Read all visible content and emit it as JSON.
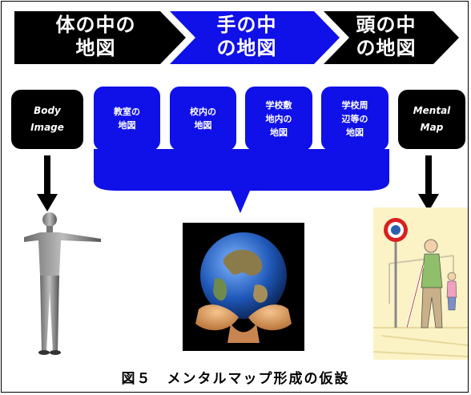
{
  "header": {
    "steps": [
      {
        "label": "体の中の\n地図",
        "color": "#000000"
      },
      {
        "label": "手の中\nの地図",
        "color": "#1010e8"
      },
      {
        "label": "頭の中\nの地図",
        "color": "#000000"
      }
    ]
  },
  "boxes": [
    {
      "label": "Body\nImage",
      "color": "#000000"
    },
    {
      "label": "教室の\n地図",
      "color": "#1010e8"
    },
    {
      "label": "校内の\n地図",
      "color": "#1010e8"
    },
    {
      "label": "学校敷\n地内の\n地図",
      "color": "#1010e8"
    },
    {
      "label": "学校周\n辺等の\n地図",
      "color": "#1010e8"
    },
    {
      "label": "Mental\nMap",
      "color": "#000000"
    }
  ],
  "images": {
    "left": "body-image-figure",
    "center": "globe-in-hands",
    "right": "person-with-cane-illustration"
  },
  "caption": "図５　メンタルマップ形成の仮設"
}
